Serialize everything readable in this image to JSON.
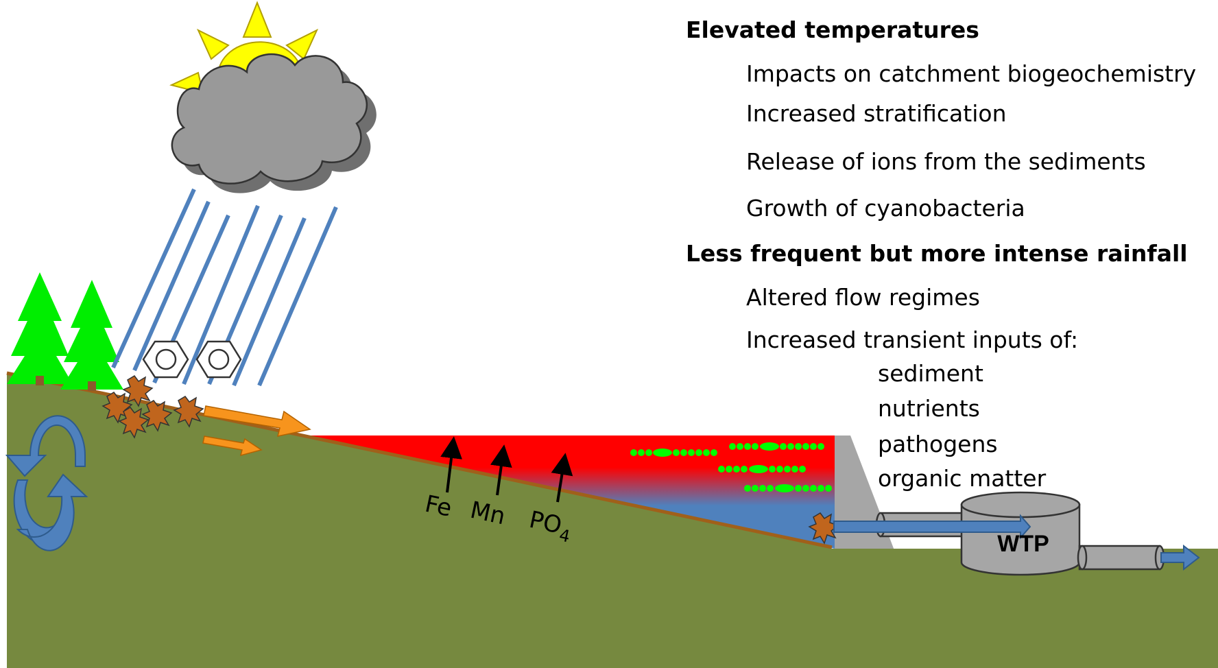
{
  "headings": {
    "temperature": "Elevated temperatures",
    "rainfall": "Less frequent but more intense rainfall"
  },
  "temperature_effects": [
    "Impacts on catchment biogeochemistry",
    "Increased stratification",
    "Release of ions from the sediments",
    "Growth of cyanobacteria"
  ],
  "rainfall_effects": [
    "Altered flow regimes",
    "Increased transient inputs of:"
  ],
  "transient_inputs": [
    "sediment",
    "nutrients",
    "pathogens",
    "organic matter"
  ],
  "ions": {
    "fe": "Fe",
    "mn": "Mn",
    "po": "PO",
    "po_sub": "4"
  },
  "wtp_label": "WTP",
  "colors": {
    "ground": "#76893f",
    "soil_line": "#a0601a",
    "water": "#4f81bd",
    "warm_layer": "#ff0000",
    "tree": "#00ee00",
    "tree_trunk": "#8b5a2b",
    "rain": "#4f81bd",
    "sun": "#ffff00",
    "cloud": "#999999",
    "flow_arrow": "#f7941d",
    "particle": "#c0651d",
    "cyanobacteria": "#00ff00",
    "dam": "#a6a6a6",
    "wtp": "#a6a6a6"
  }
}
